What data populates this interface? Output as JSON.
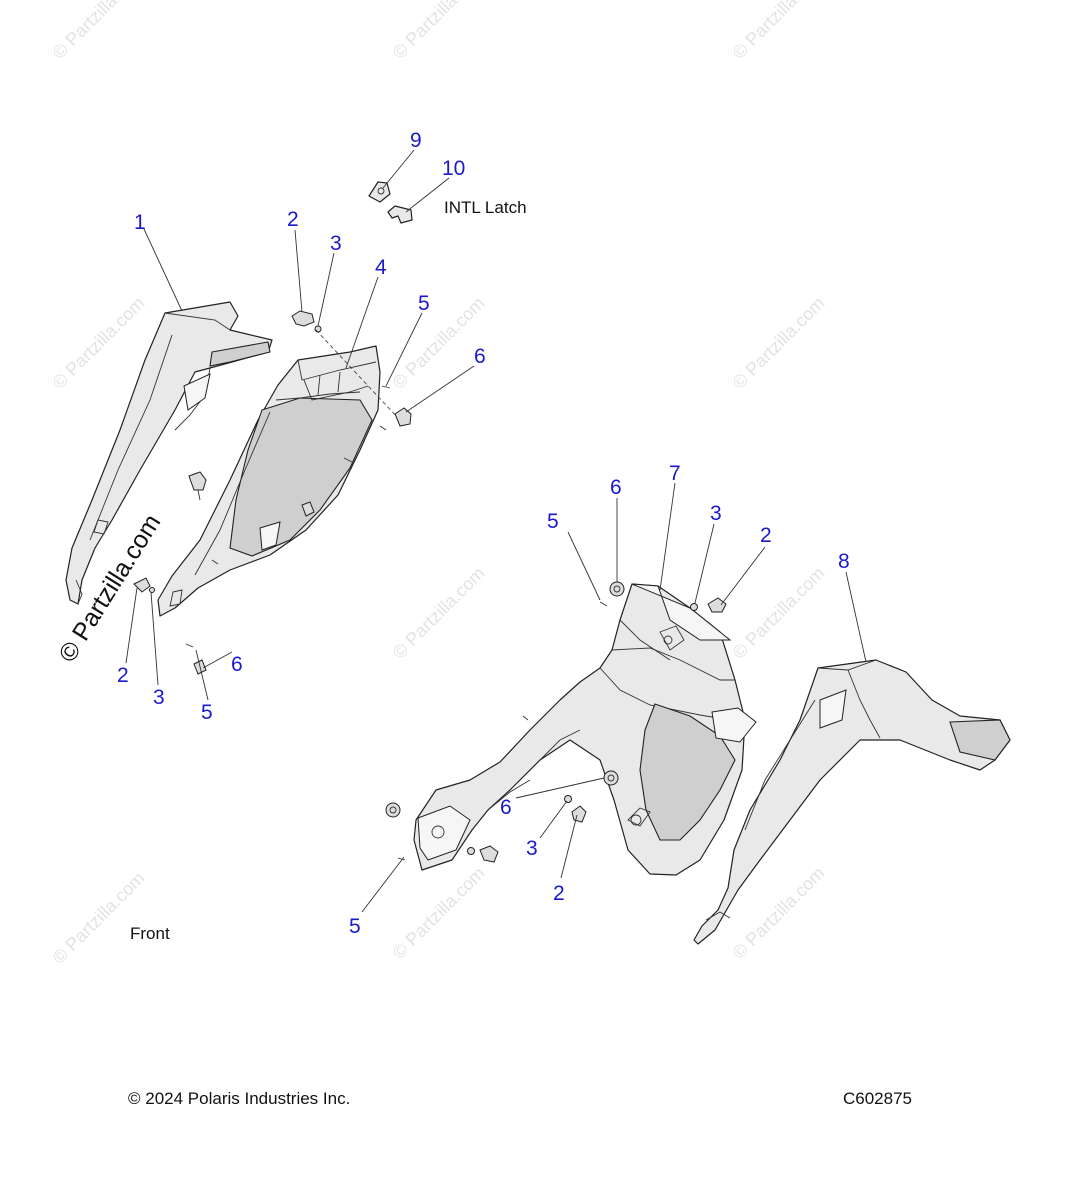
{
  "callouts": [
    "1",
    "2",
    "3",
    "4",
    "5",
    "6",
    "7",
    "8",
    "9",
    "10"
  ],
  "labels": {
    "intl_latch": "INTL Latch",
    "front": "Front"
  },
  "watermark": {
    "text": "© Partzilla.com"
  },
  "footer": {
    "copyright": "© 2024 Polaris Industries Inc.",
    "diagram_code": "C602875"
  },
  "colors": {
    "callout": "#1a1acc",
    "line": "#222222",
    "part_fill": "#e9e9e9",
    "watermark": "#e3e3e3"
  }
}
